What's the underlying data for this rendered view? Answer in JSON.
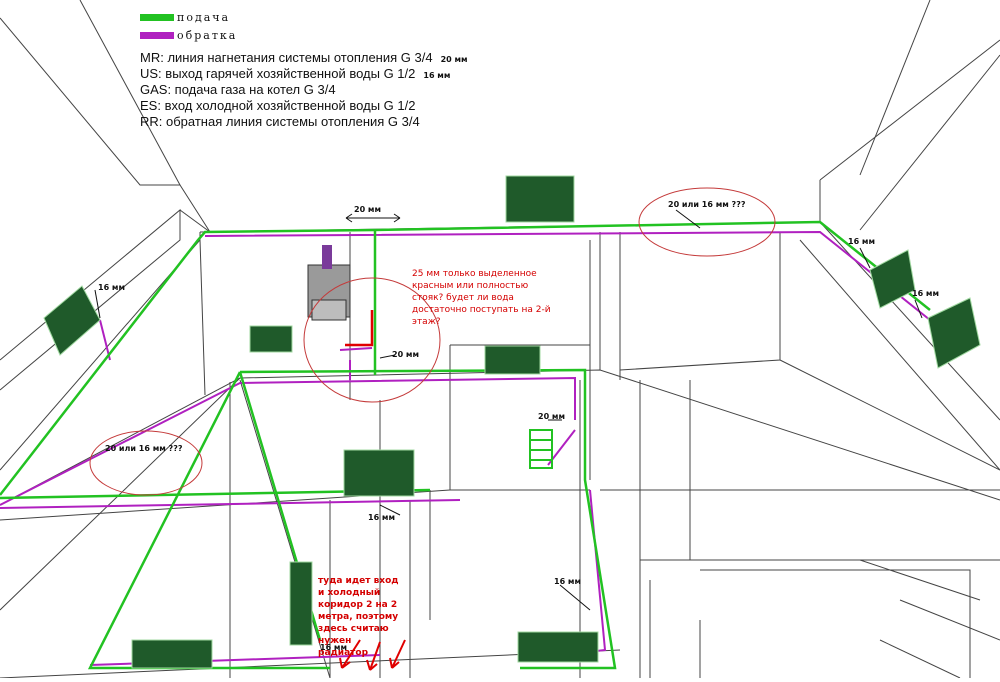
{
  "legend": {
    "supply": {
      "label": "подача",
      "color": "#22c222"
    },
    "return": {
      "label": "обратка",
      "color": "#b020c0"
    }
  },
  "codes": [
    {
      "text": "MR: линия нагнетания системы отопления G 3/4",
      "size": "20 мм"
    },
    {
      "text": "US: выход гарячей хозяйственной воды G 1/2",
      "size": "16 мм"
    },
    {
      "text": "GAS: подача газа на котел G 3/4",
      "size": ""
    },
    {
      "text": "ES: вход холодной хозяйственной воды G 1/2",
      "size": ""
    },
    {
      "text": "RR: обратная линия системы отопления G 3/4",
      "size": ""
    }
  ],
  "questions": {
    "right": "20 или 16 мм ???",
    "left": "20 или 16 мм ???"
  },
  "notes": {
    "riser": "25 мм только выделенное красным или полностью стояк? будет ли вода достаточно поступать на 2-й этаж?",
    "corridor": "туда идет вход и холодный коридор 2 на 2 метра, поэтому здесь считаю нужен радиатор"
  },
  "dims": {
    "top_arrow": "20 мм",
    "riser": "20 мм",
    "stair": "20 мм",
    "left_radiator": "16 мм",
    "right_radiator_a": "16 мм",
    "right_radiator_b": "16 мм",
    "center_radiator": "16 мм",
    "lower_right": "16 мм",
    "bottom": "16 мм"
  },
  "colors": {
    "wall": "#444444",
    "radiator": "#1f5a2a",
    "red_mark": "#e00000",
    "circle": "#c43a3a"
  }
}
